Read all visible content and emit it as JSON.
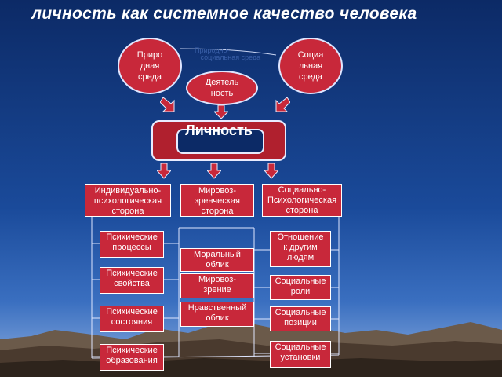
{
  "title": "личность как системное качество человека",
  "top": {
    "left_oval": "Приро\nдная\nсреда",
    "middle_oval": "Деятель\nность",
    "right_oval": "Социа\nльная\nсреда",
    "faded_label": "Природно-социальная среда"
  },
  "center": {
    "label": "Личность"
  },
  "columns": {
    "left_header": "Индивидуально-\nпсихологическая\nсторона",
    "middle_header": "Мировоз-\nзренческая\nсторона",
    "right_header": "Социально-\nПсихологическая\nсторона"
  },
  "left_items": [
    "Психические\nпроцессы",
    "Психические\nсвойства",
    "Психические\nсостояния",
    "Психические\nобразования"
  ],
  "middle_items": [
    "Моральный\nоблик",
    "Мировоз-\nзрение",
    "Нравственный\nоблик"
  ],
  "right_items": [
    "Отношение\nк другим\nлюдям",
    "Социальные\nроли",
    "Социальные\nпозиции",
    "Социальные\nустановки"
  ],
  "colors": {
    "box": "#c8283a",
    "background": "#0c2a66",
    "arrow": "#c8283a"
  }
}
